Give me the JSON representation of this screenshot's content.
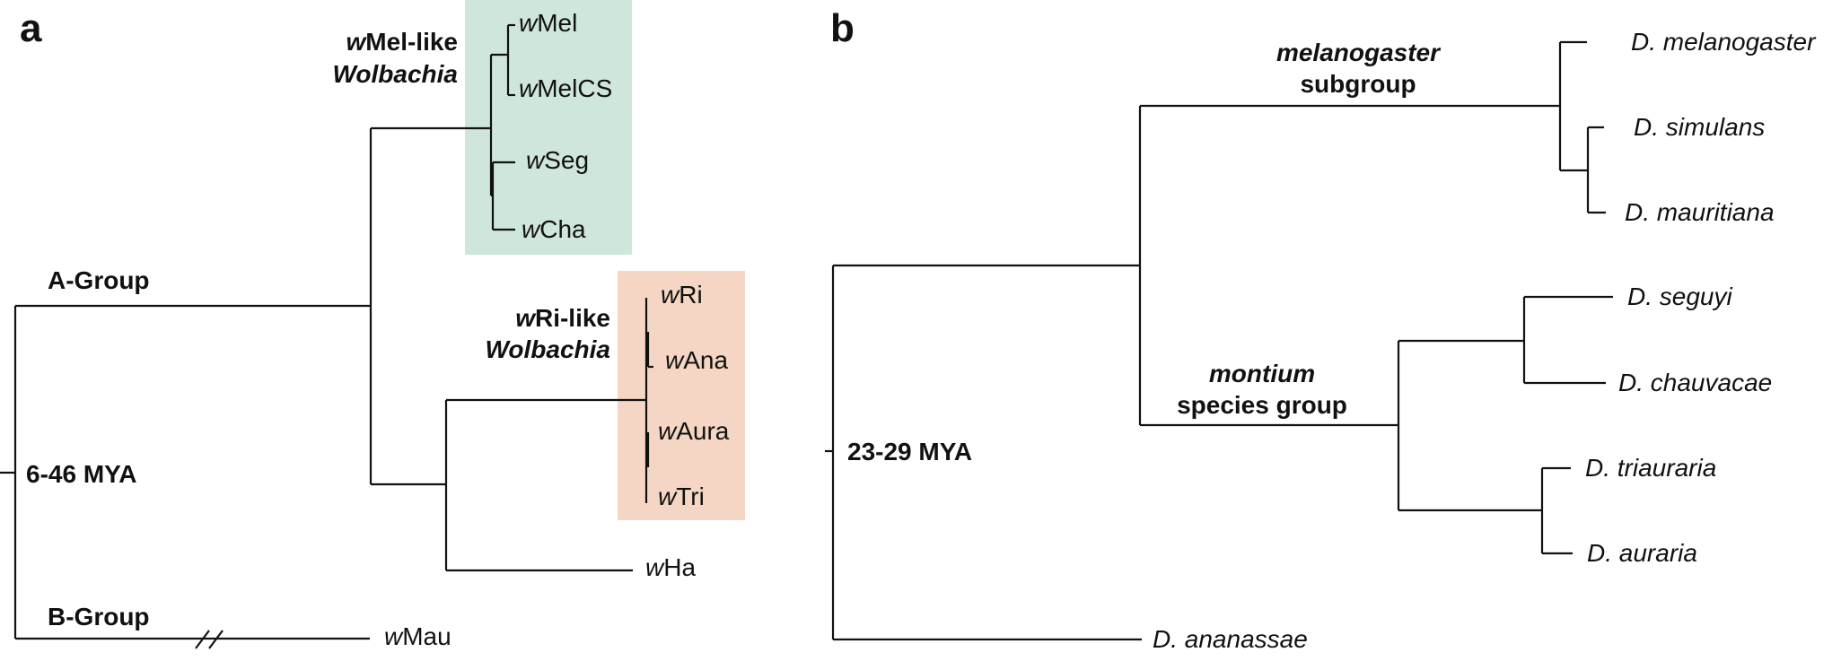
{
  "colors": {
    "wmel_box": "#cfe6da",
    "wri_box": "#f5d6c4",
    "line": "#111111",
    "text": "#111111"
  },
  "panel_a": {
    "letter": "a",
    "clade_wmel_line1": "wMel-like",
    "clade_wmel_line2": "Wolbachia",
    "clade_wri_line1": "wRi-like",
    "clade_wri_line2": "Wolbachia",
    "a_group": "A-Group",
    "b_group": "B-Group",
    "root_age": "6-46 MYA",
    "leaves": {
      "wmel": "Mel",
      "wmelcs": "MelCS",
      "wseg": "Seg",
      "wcha": "Cha",
      "wri": "Ri",
      "wana": "Ana",
      "waura": "Aura",
      "wtri": "Tri",
      "wha": "Ha",
      "wmau": "Mau"
    },
    "leaf_prefix": "w"
  },
  "panel_b": {
    "letter": "b",
    "melanogaster_line1": "melanogaster",
    "melanogaster_line2": "subgroup",
    "montium_line1": "montium",
    "montium_line2": "species group",
    "root_age": "23-29 MYA",
    "species": {
      "melanogaster": "D. melanogaster",
      "simulans": "D. simulans",
      "mauritiana": "D. mauritiana",
      "seguyi": "D. seguyi",
      "chauvacae": "D. chauvacae",
      "triauraria": "D. triauraria",
      "auraria": "D. auraria",
      "ananassae": "D. ananassae"
    }
  }
}
